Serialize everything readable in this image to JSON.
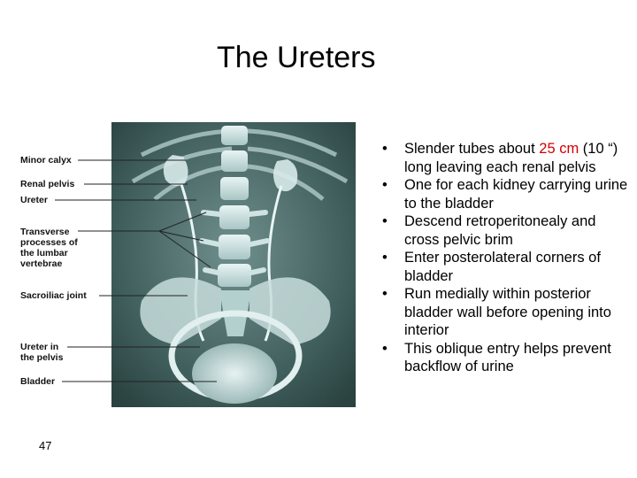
{
  "slide": {
    "title": "The Ureters",
    "page_number": "47"
  },
  "figure": {
    "labels": [
      "Minor calyx",
      "Renal pelvis",
      "Ureter",
      "Transverse\nprocesses of\nthe lumbar\nvertebrae",
      "Sacroiliac joint",
      "Ureter in\nthe pelvis",
      "Bladder"
    ]
  },
  "bullets": [
    {
      "pre": "Slender tubes about ",
      "highlight": "25 cm",
      "post": " (10 “) long leaving each renal pelvis"
    },
    {
      "text": "One for each kidney carrying urine to the bladder"
    },
    {
      "text": "Descend retroperitonealy and cross pelvic brim"
    },
    {
      "text": "Enter posterolateral corners of bladder"
    },
    {
      "text": "Run medially within posterior bladder wall before opening into interior"
    },
    {
      "text": "This oblique entry helps prevent backflow of urine"
    }
  ],
  "colors": {
    "highlight": "#d00000",
    "xray_dark": "#2f4a48",
    "xray_light": "#dfeeee"
  }
}
